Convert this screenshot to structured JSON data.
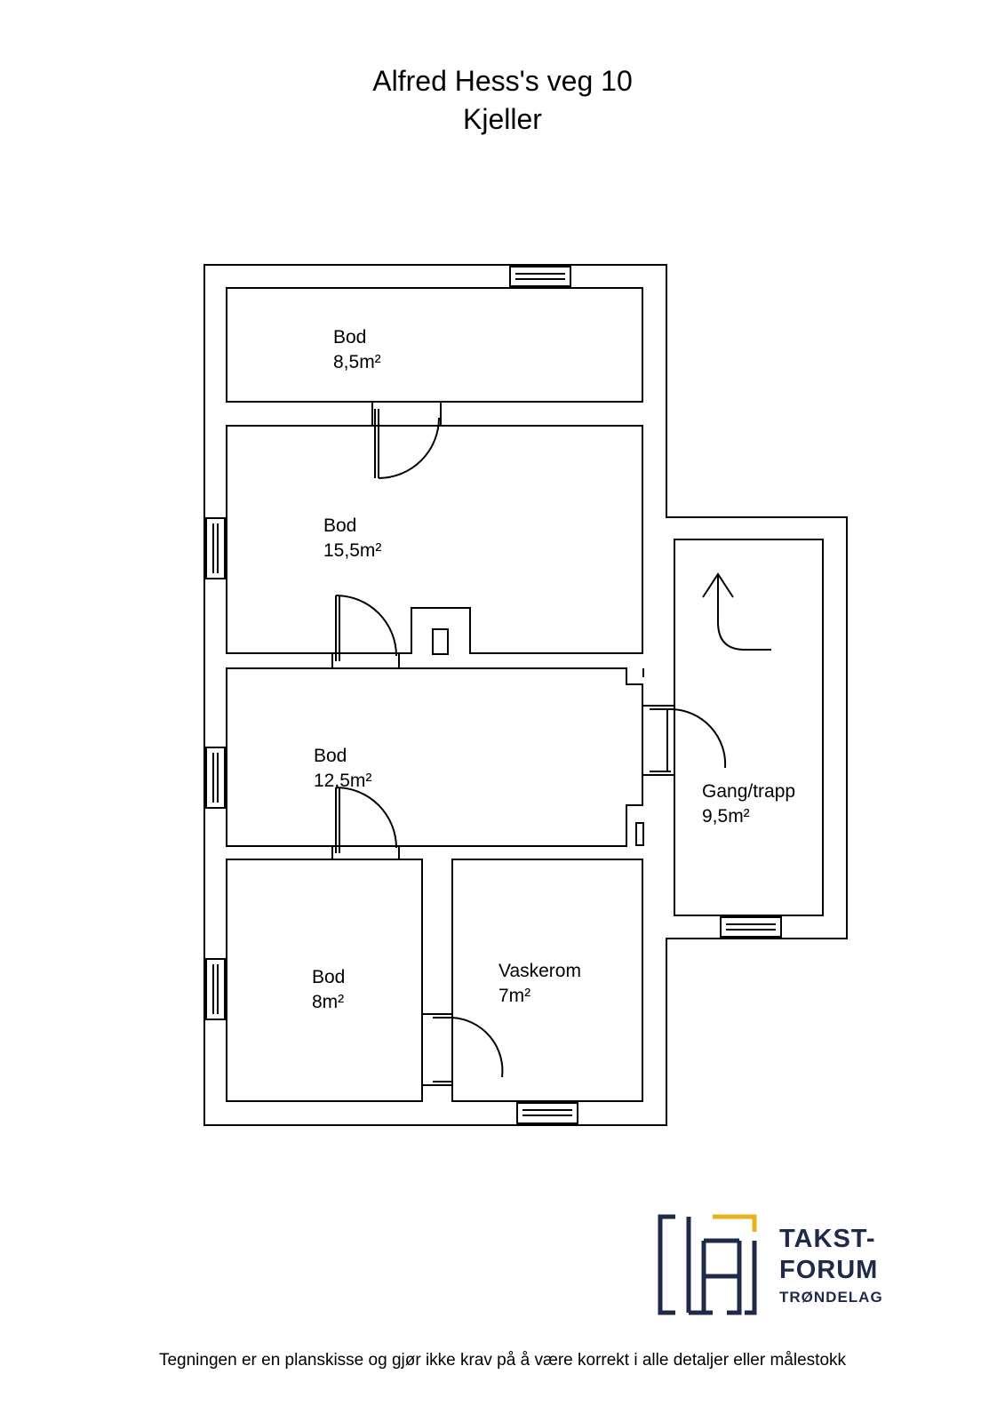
{
  "title": {
    "line1": "Alfred Hess's veg 10",
    "line2": "Kjeller"
  },
  "rooms": [
    {
      "name": "Bod",
      "area": "8,5m²"
    },
    {
      "name": "Bod",
      "area": "15,5m²"
    },
    {
      "name": "Bod",
      "area": "12,5m²"
    },
    {
      "name": "Bod",
      "area": "8m²"
    },
    {
      "name": "Vaskerom",
      "area": "7m²"
    },
    {
      "name": "Gang/trapp",
      "area": "9,5m²"
    }
  ],
  "logo": {
    "line1": "TAKST-",
    "line2": "FORUM",
    "line3": "TRØNDELAG",
    "navy": "#1f2a48",
    "gold": "#e8b21a"
  },
  "disclaimer": "Tegningen er en planskisse og gjør ikke krav på å være korrekt i alle detaljer eller målestokk"
}
